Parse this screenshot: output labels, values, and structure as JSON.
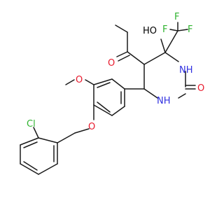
{
  "atoms": {
    "ho": "HO",
    "f_left": "F",
    "f_right": "F",
    "f_bottom": "F",
    "o_acetyl": "O",
    "nh_upper": "NH",
    "o_carbonyl": "O",
    "nh_lower": "NH",
    "o_methoxy": "O",
    "o_ether": "O",
    "cl": "Cl"
  },
  "colors": {
    "bond": "#1a1a1a",
    "oxygen": "#e8192c",
    "nitrogen": "#3030e0",
    "halogen": "#2fb32f"
  }
}
